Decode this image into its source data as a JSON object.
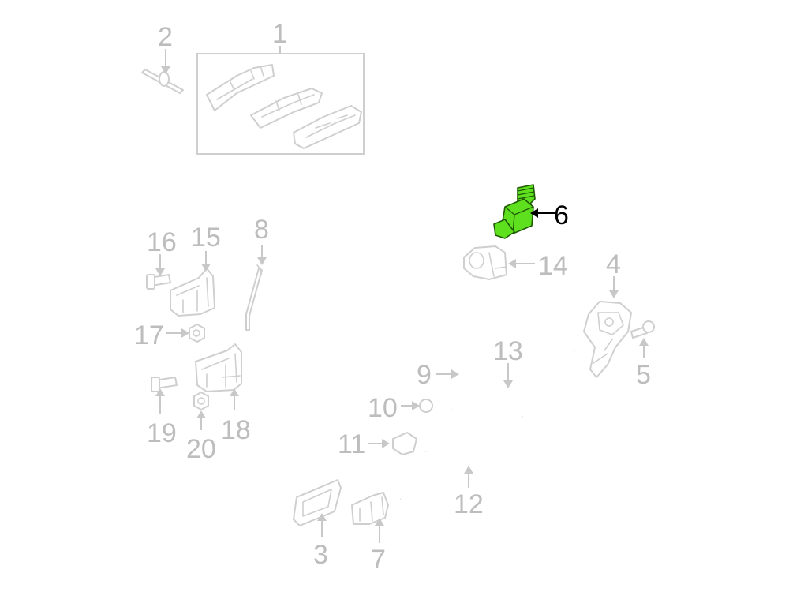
{
  "diagram": {
    "highlight_color": "#5fe01f",
    "callouts": [
      {
        "id": "1",
        "label": "1"
      },
      {
        "id": "2",
        "label": "2"
      },
      {
        "id": "3",
        "label": "3"
      },
      {
        "id": "4",
        "label": "4"
      },
      {
        "id": "5",
        "label": "5"
      },
      {
        "id": "6",
        "label": "6",
        "highlighted": true
      },
      {
        "id": "7",
        "label": "7"
      },
      {
        "id": "8",
        "label": "8"
      },
      {
        "id": "9",
        "label": "9"
      },
      {
        "id": "10",
        "label": "10"
      },
      {
        "id": "11",
        "label": "11"
      },
      {
        "id": "12",
        "label": "12"
      },
      {
        "id": "13",
        "label": "13"
      },
      {
        "id": "14",
        "label": "14"
      },
      {
        "id": "15",
        "label": "15"
      },
      {
        "id": "16",
        "label": "16"
      },
      {
        "id": "17",
        "label": "17"
      },
      {
        "id": "18",
        "label": "18"
      },
      {
        "id": "19",
        "label": "19"
      },
      {
        "id": "20",
        "label": "20"
      }
    ]
  }
}
